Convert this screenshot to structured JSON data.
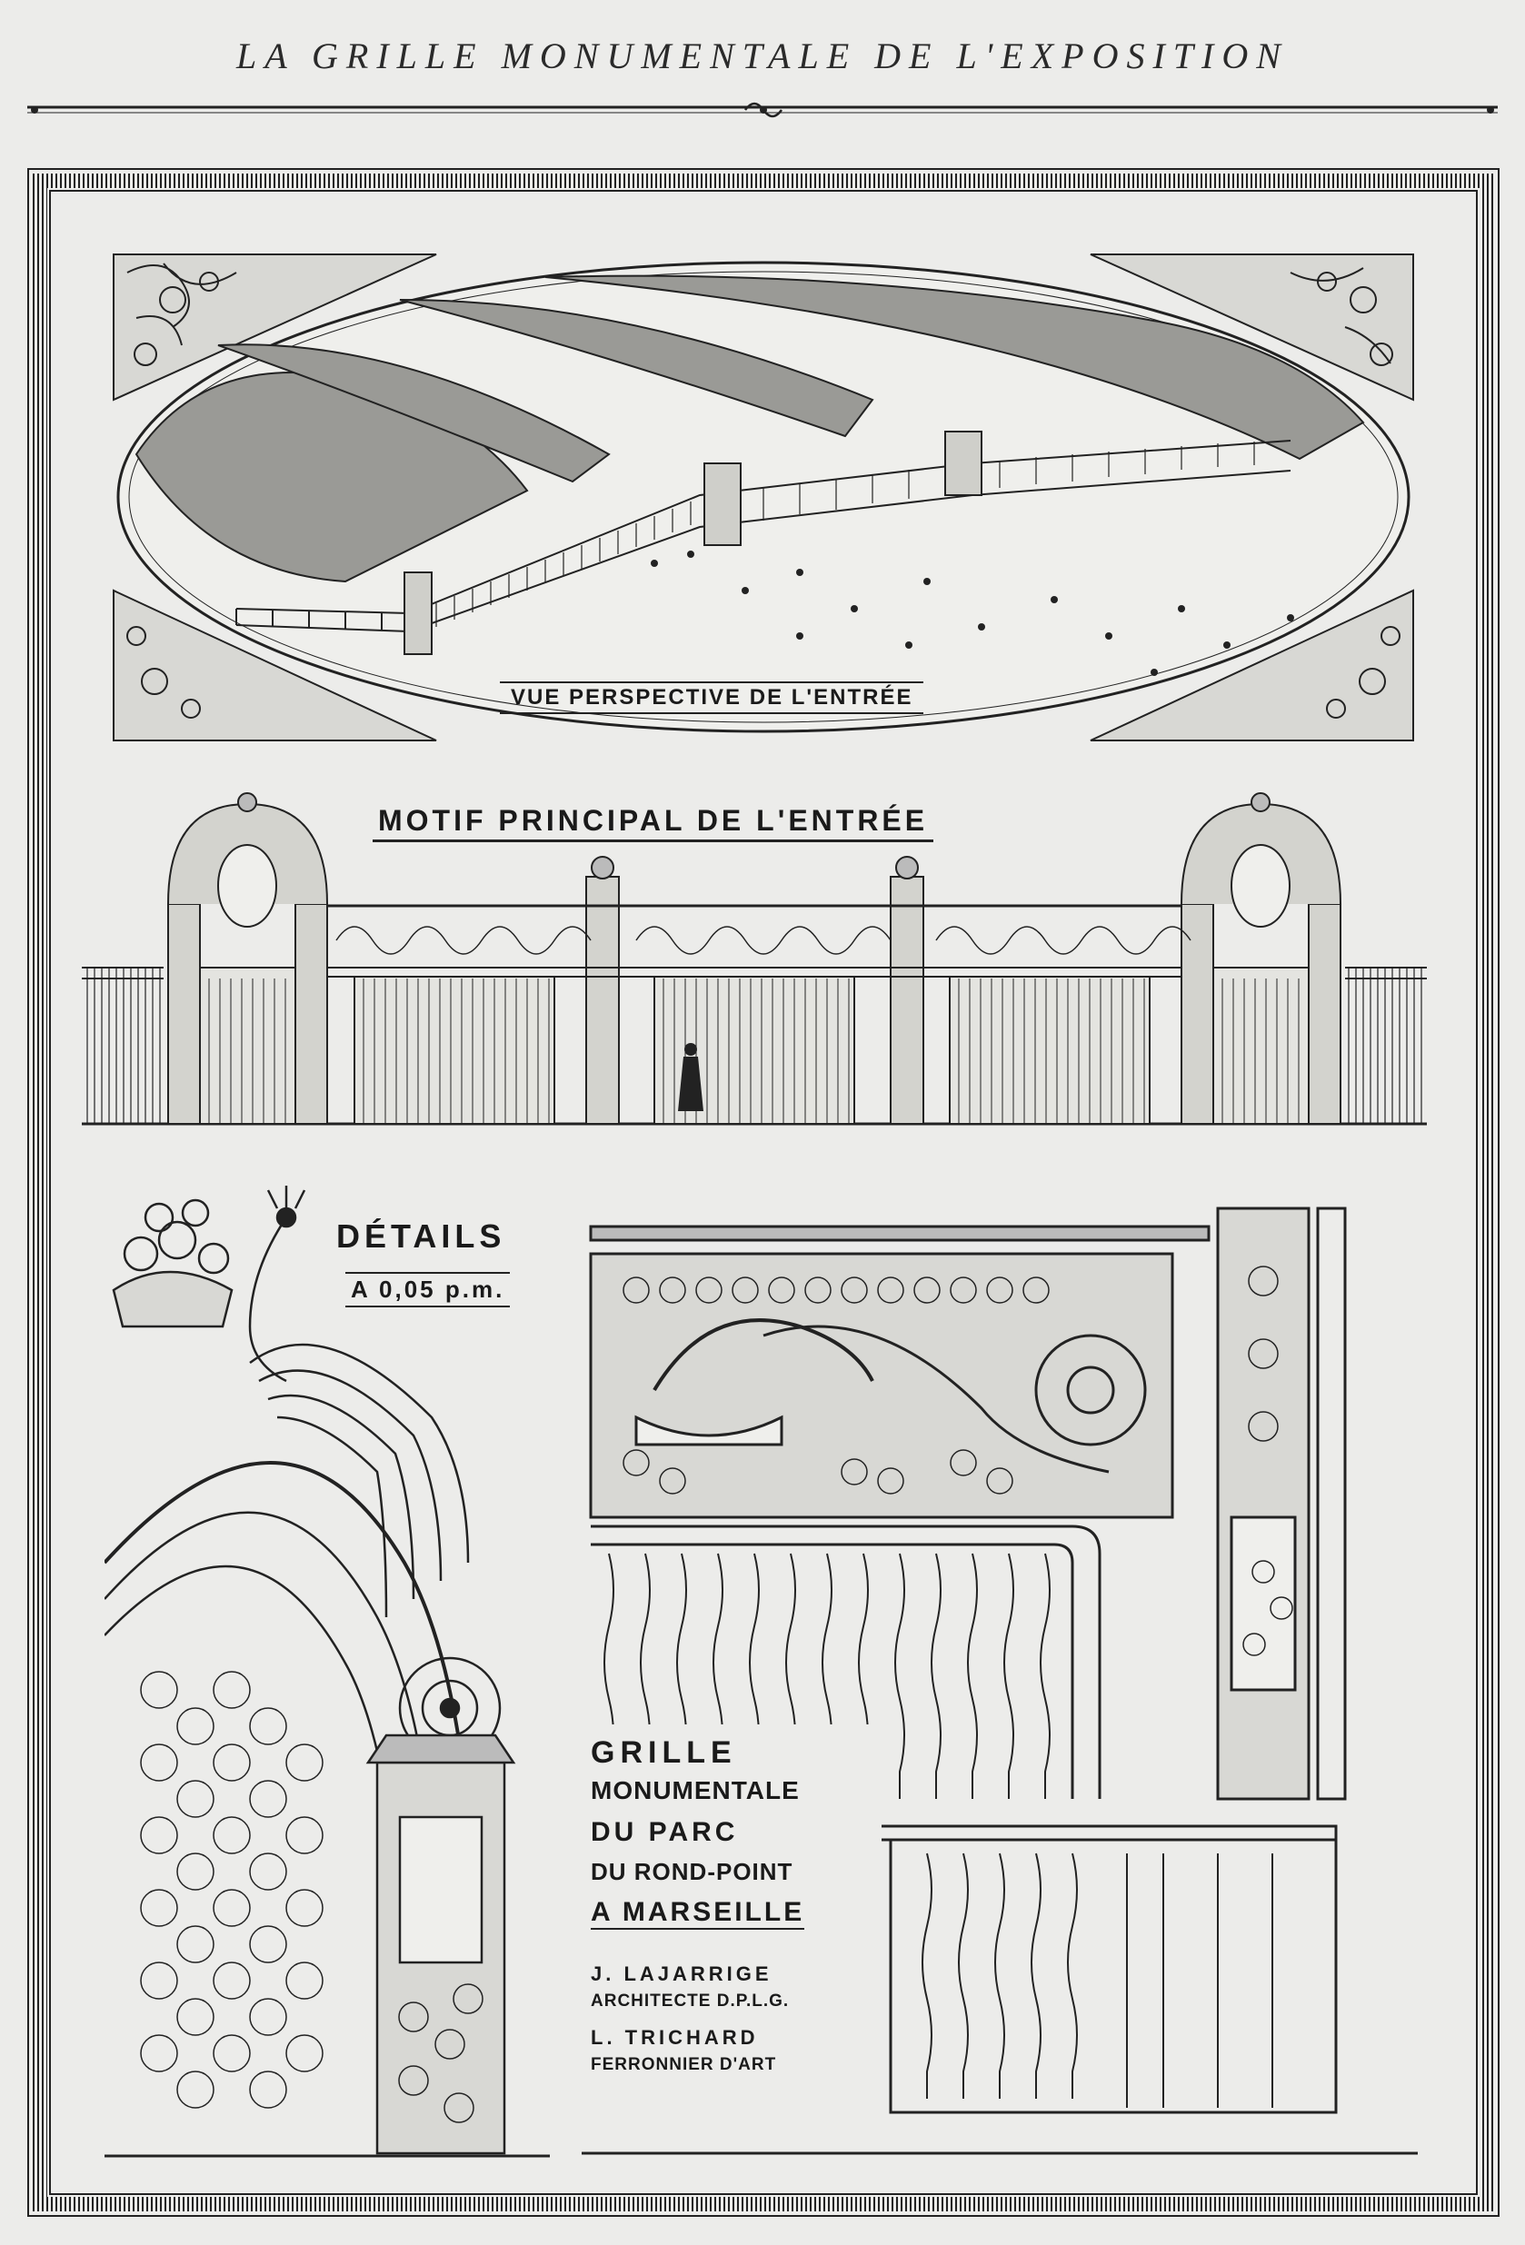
{
  "header": {
    "title": "LA GRILLE MONUMENTALE DE L'EXPOSITION"
  },
  "perspective": {
    "caption": "VUE PERSPECTIVE DE L'ENTRÉE"
  },
  "elevation": {
    "caption": "MOTIF PRINCIPAL DE L'ENTRÉE"
  },
  "details": {
    "title": "DÉTAILS",
    "scale": "A 0,05 p.m."
  },
  "legend": {
    "lines": [
      "GRILLE",
      "MONUMENTALE",
      "DU PARC",
      "DU ROND-POINT",
      "A MARSEILLE"
    ],
    "architect_name": "J. LAJARRIGE",
    "architect_title": "ARCHITECTE D.P.L.G.",
    "ironworker_name": "L. TRICHARD",
    "ironworker_title": "FERRONNIER D'ART"
  }
}
